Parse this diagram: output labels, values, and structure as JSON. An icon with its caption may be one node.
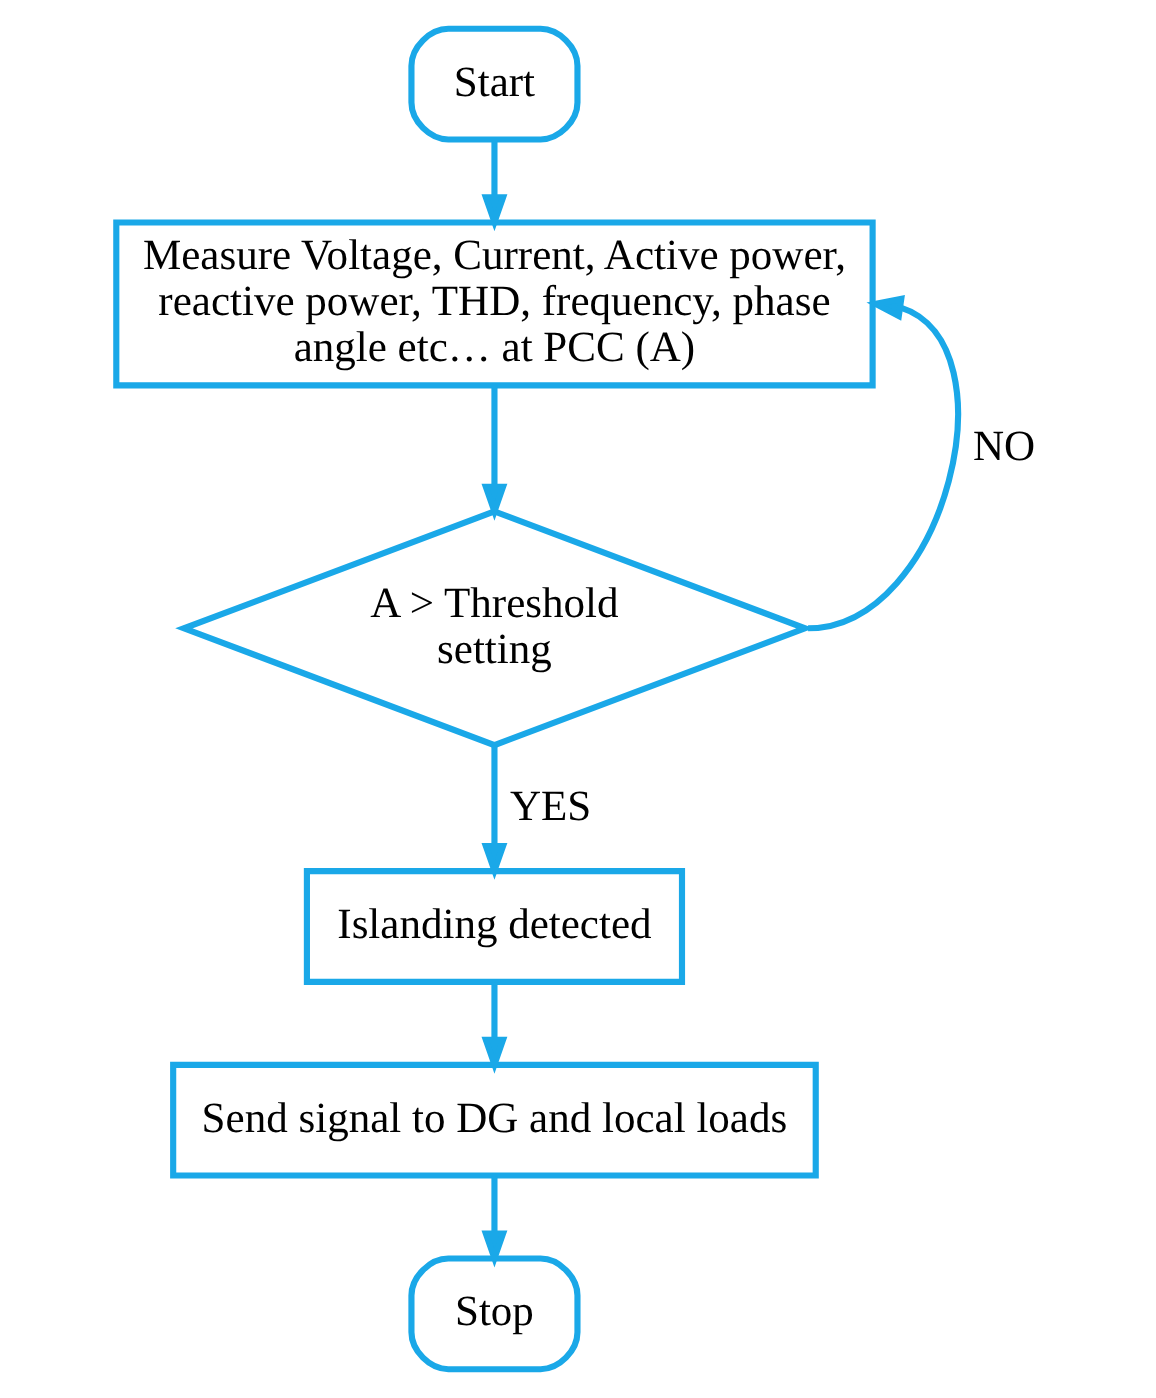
{
  "diagram": {
    "nodes": [
      {
        "text": [
          "Start"
        ]
      },
      {
        "text": [
          "Measure Voltage, Current, Active power, reactive power, THD, frequency, phase angle etc… at PCC (A)"
        ]
      },
      {
        "text": [
          "A > Threshold setting"
        ]
      },
      {
        "text": [
          "Islanding detected"
        ]
      },
      {
        "text": [
          "Send signal to DG and local loads"
        ]
      },
      {
        "text": [
          "Stop"
        ]
      }
    ],
    "edges": [
      {
        "from": 0,
        "to": 1,
        "arrow": "to"
      },
      {
        "from": 1,
        "to": 2,
        "arrow": "to"
      },
      {
        "from": 2,
        "to": 3,
        "arrow": "to",
        "label": "YES"
      },
      {
        "from": 2,
        "to": 1,
        "arrow": "to",
        "label": "NO"
      },
      {
        "from": 3,
        "to": 4,
        "arrow": "to"
      },
      {
        "from": 4,
        "to": 5,
        "arrow": "to"
      }
    ]
  }
}
